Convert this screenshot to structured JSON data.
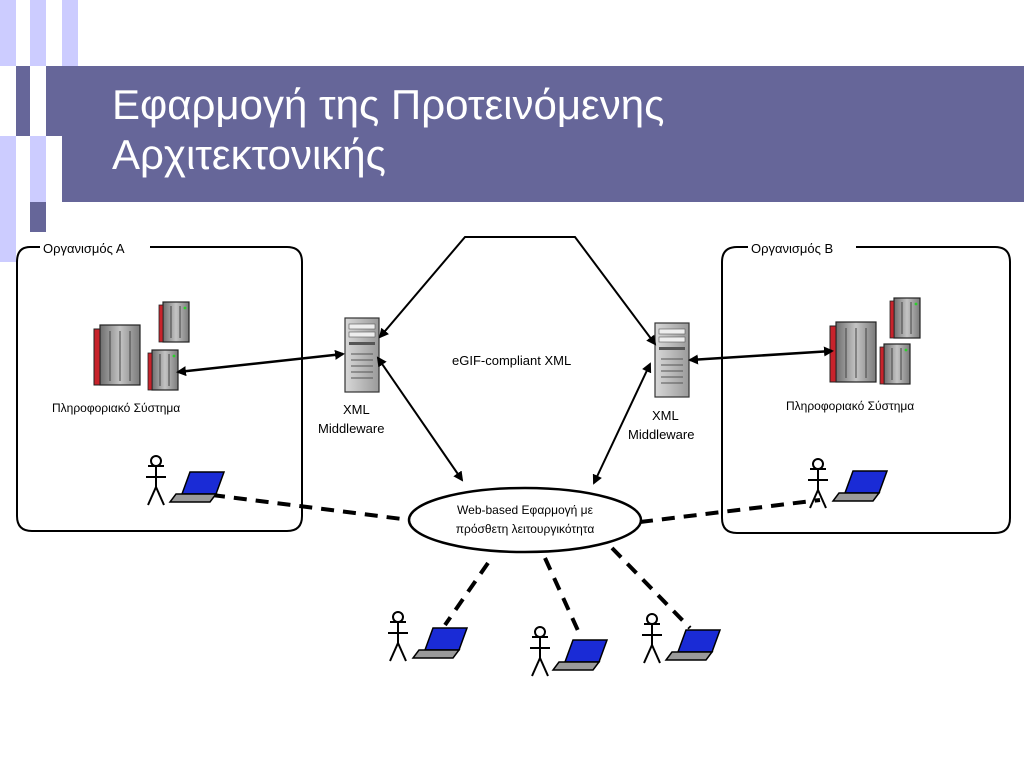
{
  "slide": {
    "title": "Εφαρμογή της Προτεινόμενης Αρχιτεκτονικής"
  },
  "colors": {
    "title_bar": "#666699",
    "deco_light": "#ccccff",
    "deco_dark": "#666699",
    "laptop_screen": "#1a2bd6",
    "server_red": "#c8232b"
  },
  "diagram": {
    "org_a": {
      "label": "Οργανισμός Α",
      "system_label": "Πληροφοριακό Σύστημα"
    },
    "org_b": {
      "label": "Οργανισμός Β",
      "system_label": "Πληροφοριακό Σύστημα"
    },
    "middleware_left": {
      "line1": "XML",
      "line2": "Middleware"
    },
    "middleware_right": {
      "line1": "XML",
      "line2": "Middleware"
    },
    "egif_label": "eGIF-compliant XML",
    "webapp": {
      "line1": "Web-based Εφαρμογή με",
      "line2": "πρόσθετη λειτουργικότητα"
    },
    "icons": [
      "server-tower-icon",
      "user-icon",
      "laptop-icon"
    ]
  }
}
